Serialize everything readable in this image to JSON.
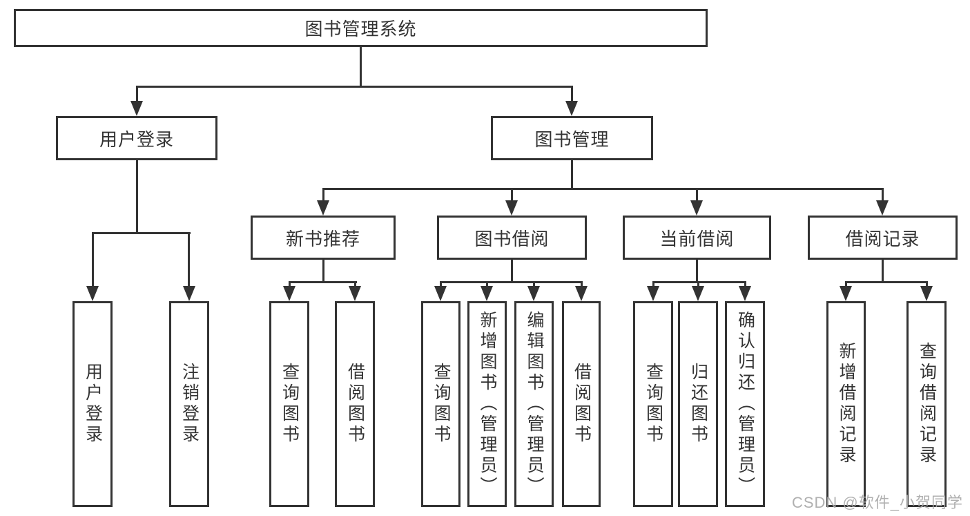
{
  "page": {
    "background": "#ffffff",
    "watermark": {
      "text": "CSDN @软件_小贺同学",
      "color": "#a9a9a9"
    }
  },
  "diagram": {
    "type": "hierarchy-tree",
    "line_color": "#333333",
    "box_border_color": "#333333",
    "text_color": "#333333",
    "tree": {
      "label": "图书管理系统",
      "children": [
        {
          "label": "用户登录",
          "children": [
            {
              "label": "用户登录"
            },
            {
              "label": "注销登录"
            }
          ]
        },
        {
          "label": "图书管理",
          "children": [
            {
              "label": "新书推荐",
              "children": [
                {
                  "label": "查询图书"
                },
                {
                  "label": "借阅图书"
                }
              ]
            },
            {
              "label": "图书借阅",
              "children": [
                {
                  "label": "查询图书"
                },
                {
                  "label": "新增图书（管理员）"
                },
                {
                  "label": "编辑图书（管理员）"
                },
                {
                  "label": "借阅图书"
                }
              ]
            },
            {
              "label": "当前借阅",
              "children": [
                {
                  "label": "查询图书"
                },
                {
                  "label": "归还图书"
                },
                {
                  "label": "确认归还（管理员）"
                }
              ]
            },
            {
              "label": "借阅记录",
              "children": [
                {
                  "label": "新增借阅记录"
                },
                {
                  "label": "查询借阅记录"
                }
              ]
            }
          ]
        }
      ]
    }
  }
}
